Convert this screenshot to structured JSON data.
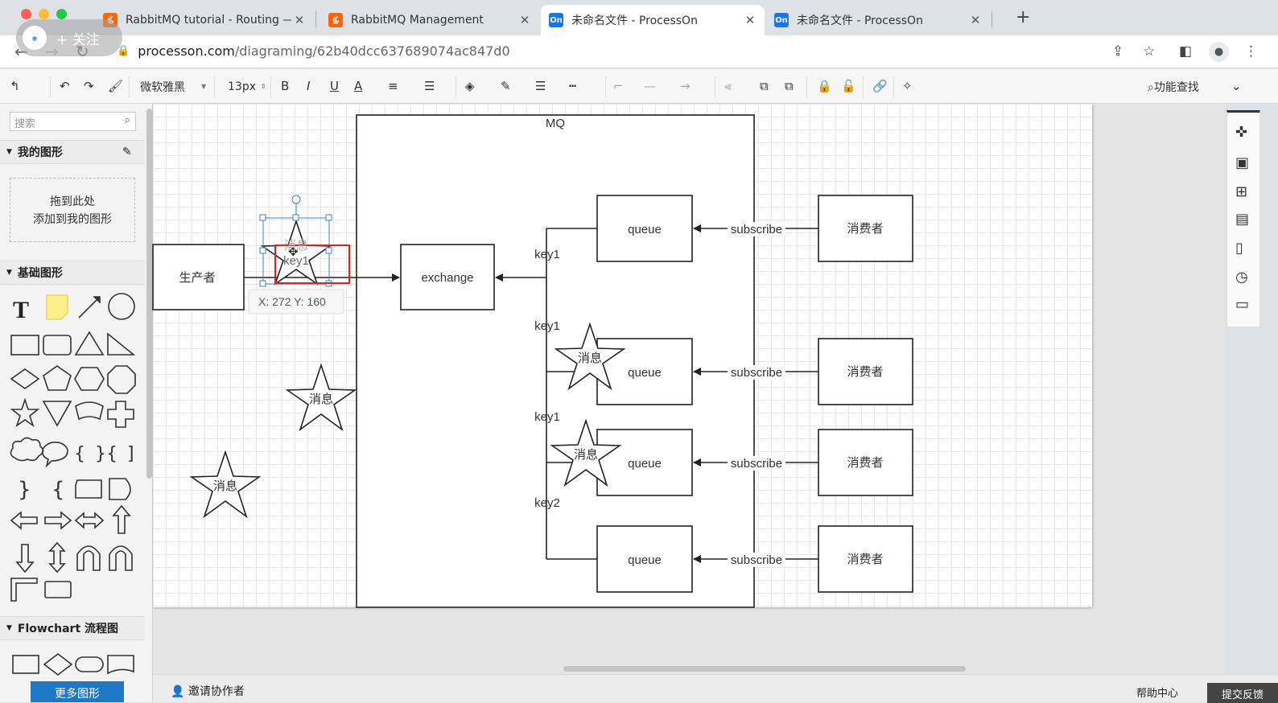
{
  "browser": {
    "tabs": [
      {
        "title": "RabbitMQ tutorial - Routing — ",
        "favicon": "rabbitmq-icon",
        "active": false
      },
      {
        "title": "RabbitMQ Management",
        "favicon": "rabbitmq-icon",
        "active": false
      },
      {
        "title": "未命名文件 - ProcessOn",
        "favicon": "processon-icon",
        "active": true
      },
      {
        "title": "未命名文件 - ProcessOn",
        "favicon": "processon-icon",
        "active": false
      }
    ],
    "favicon_text": "On",
    "tab_close": "✕",
    "new_tab": "+",
    "follow": "+ 关注",
    "url_host": "processon.com",
    "url_path": "/diagraming/62b40dcc637689074ac847d0"
  },
  "toolbar": {
    "font_family": "微软雅黑",
    "font_size": "13px",
    "bold": "B",
    "italic": "I",
    "underline": "U",
    "font_color": "A",
    "search_features": "功能查找"
  },
  "left_panel": {
    "search_placeholder": "搜索",
    "my_shapes_title": "我的图形",
    "drop_line1": "拖到此处",
    "drop_line2": "添加到我的图形",
    "basic_shapes_title": "基础图形",
    "flowchart_title": "Flowchart 流程图",
    "more_shapes": "更多图形"
  },
  "diagram": {
    "mq_label": "MQ",
    "producer": "生产者",
    "exchange": "exchange",
    "queue": "queue",
    "consumer": "消费者",
    "subscribe": "subscribe",
    "message": "消息",
    "routes": [
      "key1",
      "key1",
      "key1",
      "key2"
    ],
    "dragging_star_label": "key1",
    "dragging_star_ghost": "消息",
    "coord_tooltip": "X: 272  Y: 160",
    "colors": {
      "selection": "#3b7ddd",
      "highlight_box": "#e02020",
      "stroke": "#222222"
    }
  },
  "bottom": {
    "invite": "邀请协作者",
    "help": "帮助中心",
    "feedback": "提交反馈"
  }
}
